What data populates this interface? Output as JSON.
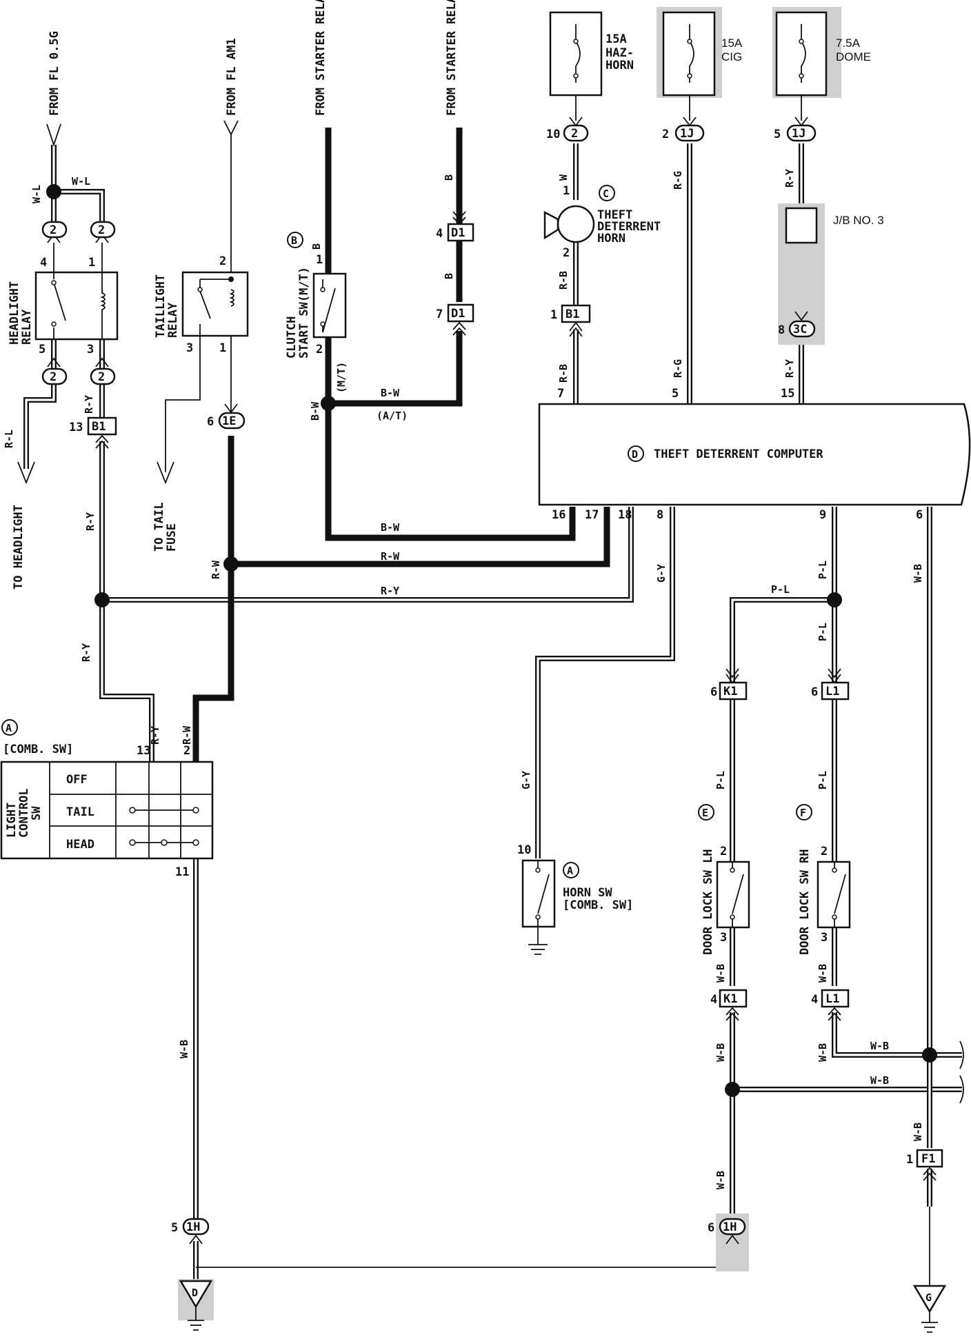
{
  "sources": {
    "fl_05g": "FROM FL 0.5G",
    "fl_am1": "FROM FL AM1",
    "starter_mt": "FROM STARTER RELAY(M/T)",
    "starter_at": "FROM STARTER RELAY(A/T)"
  },
  "fuses": [
    {
      "amp": "15A",
      "name": "HAZ-HORN",
      "line1": "HAZ-",
      "line2": "HORN"
    },
    {
      "amp": "15A",
      "name": "CIG"
    },
    {
      "amp": "7.5A",
      "name": "DOME"
    }
  ],
  "components": {
    "headlight_relay": "HEADLIGHT RELAY",
    "headlight_relay_l1": "HEADLIGHT",
    "headlight_relay_l2": "RELAY",
    "taillight_relay_l1": "TAILLIGHT",
    "taillight_relay_l2": "RELAY",
    "clutch_sw_l1": "CLUTCH",
    "clutch_sw_l2": "START SW(M/T)",
    "horn_l1": "THEFT",
    "horn_l2": "DETERRENT",
    "horn_l3": "HORN",
    "jb3": "J/B NO. 3",
    "computer": "THEFT DETERRENT COMPUTER",
    "comb_sw": "[COMB. SW]",
    "light_control_l1": "LIGHT",
    "light_control_l2": "CONTROL",
    "light_control_l3": "SW",
    "horn_sw_l1": "HORN SW",
    "horn_sw_l2": "[COMB. SW]",
    "door_lock_lh": "DOOR LOCK SW LH",
    "door_lock_rh": "DOOR LOCK SW RH"
  },
  "component_ids": {
    "A": "A",
    "B": "B",
    "C": "C",
    "D": "D",
    "E": "E",
    "F": "F"
  },
  "switch_positions": [
    "OFF",
    "TAIL",
    "HEAD"
  ],
  "destinations": {
    "headlight": "TO HEADLIGHT",
    "tail_fuse_l1": "TO TAIL",
    "tail_fuse_l2": "FUSE"
  },
  "wires": {
    "wl": "W-L",
    "rl": "R-L",
    "ry": "R-Y",
    "rw": "R-W",
    "b": "B",
    "bw": "B-W",
    "w": "W",
    "rb": "R-B",
    "rg": "R-G",
    "gy": "G-Y",
    "pl": "P-L",
    "wb": "W-B",
    "mt": "(M/T)",
    "at": "(A/T)"
  },
  "connectors": {
    "c2": "2",
    "b1": "B1",
    "e1": "1E",
    "d1": "D1",
    "j1": "1J",
    "c3": "3C",
    "k1": "K1",
    "l1": "L1",
    "h1": "1H",
    "f1": "F1"
  },
  "pins": {
    "p1": "1",
    "p2": "2",
    "p3": "3",
    "p4": "4",
    "p5": "5",
    "p6": "6",
    "p7": "7",
    "p8": "8",
    "p9": "9",
    "p10": "10",
    "p11": "11",
    "p13": "13",
    "p15": "15",
    "p16": "16",
    "p17": "17",
    "p18": "18"
  },
  "grounds": {
    "d": "D",
    "g": "G"
  }
}
